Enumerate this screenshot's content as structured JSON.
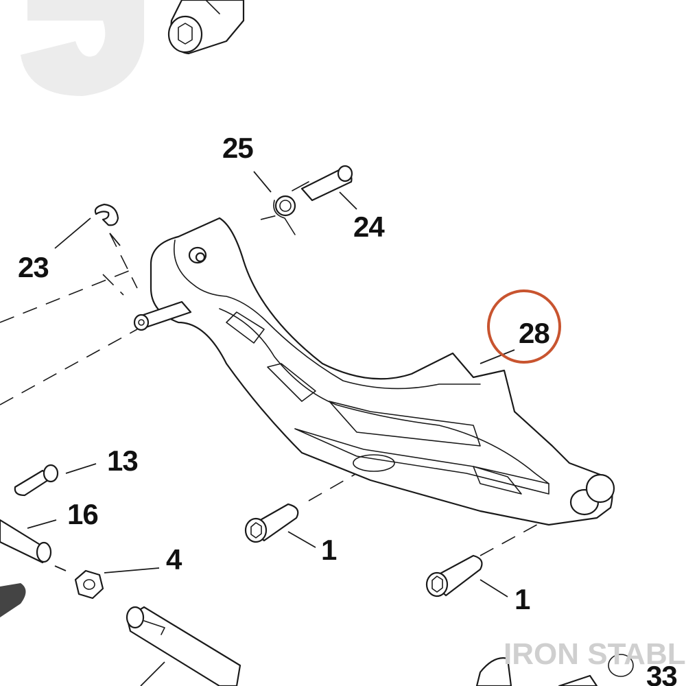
{
  "diagram": {
    "callouts": [
      {
        "id": "23",
        "label": "23"
      },
      {
        "id": "25",
        "label": "25"
      },
      {
        "id": "24",
        "label": "24"
      },
      {
        "id": "28",
        "label": "28"
      },
      {
        "id": "13",
        "label": "13"
      },
      {
        "id": "16",
        "label": "16"
      },
      {
        "id": "4",
        "label": "4"
      },
      {
        "id": "1a",
        "label": "1"
      },
      {
        "id": "1b",
        "label": "1"
      },
      {
        "id": "33",
        "label": "33"
      }
    ],
    "highlight": {
      "callout": "28",
      "color": "#c8542f"
    },
    "watermark": "IRON STABLE",
    "colors": {
      "line": "#1a1a1a",
      "watermark": "#cfcfcf",
      "logo_ghost": "#ececec"
    }
  }
}
